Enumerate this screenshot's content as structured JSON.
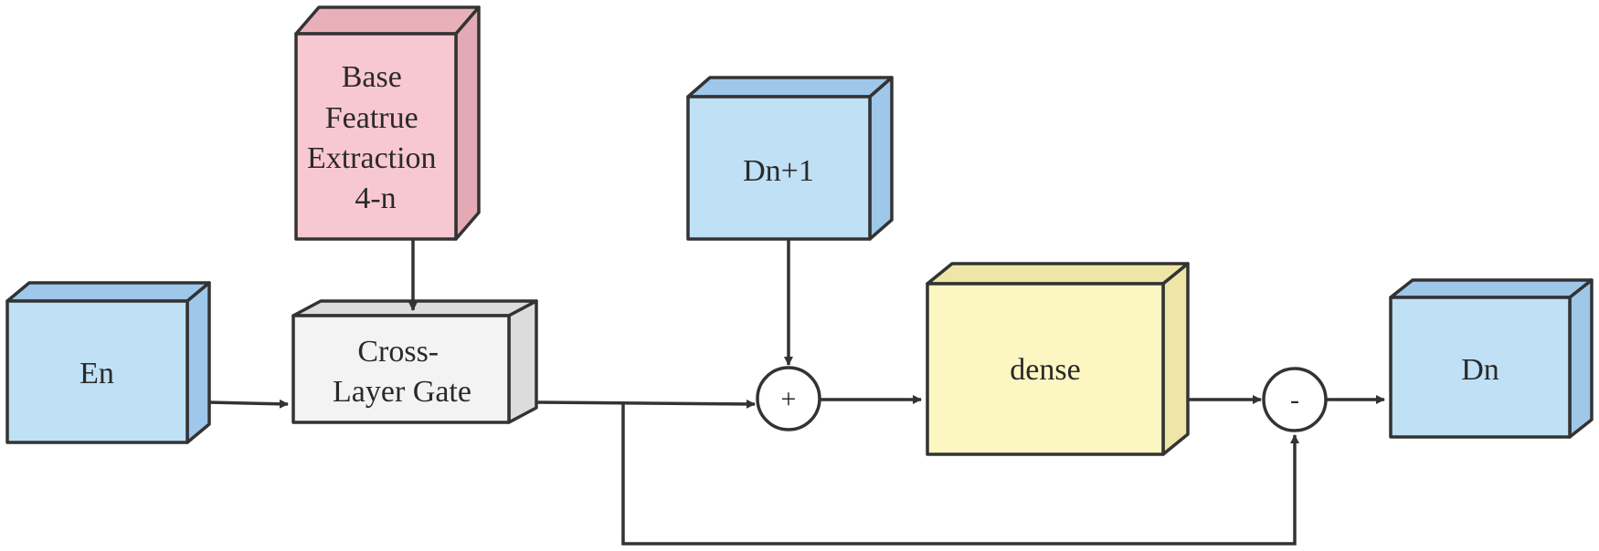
{
  "nodes": {
    "base": {
      "lines": [
        "Base",
        "Featrue",
        "Extraction",
        "4-n"
      ],
      "front_color": "#f8c8d2",
      "top_color": "#e9b0ba",
      "side_color": "#e3aab5"
    },
    "dn1": {
      "lines": [
        "Dn+1"
      ],
      "front_color": "#bfe0f5",
      "top_color": "#9ec7ea",
      "side_color": "#9ec7ea"
    },
    "en": {
      "lines": [
        "En"
      ],
      "front_color": "#bfe0f5",
      "top_color": "#9ec7ea",
      "side_color": "#9ec7ea"
    },
    "gate": {
      "lines": [
        "Cross-",
        "Layer Gate"
      ],
      "front_color": "#f3f3f3",
      "top_color": "#dcdcdc",
      "side_color": "#dcdcdc"
    },
    "dense": {
      "lines": [
        "dense"
      ],
      "front_color": "#fbf6c2",
      "top_color": "#ede6a6",
      "side_color": "#ede6a6"
    },
    "dn": {
      "lines": [
        "Dn"
      ],
      "front_color": "#bfe0f5",
      "top_color": "#9ec7ea",
      "side_color": "#9ec7ea"
    }
  },
  "operators": {
    "plus": {
      "symbol": "+"
    },
    "minus": {
      "symbol": "-"
    }
  }
}
